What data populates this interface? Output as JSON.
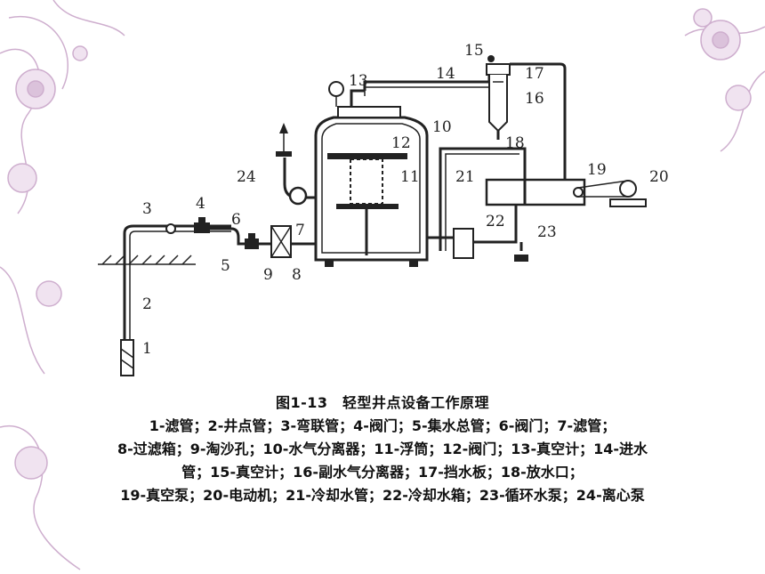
{
  "figure": {
    "caption_title": "图1-13　轻型井点设备工作原理",
    "legend_lines": [
      "1-滤管；2-井点管；3-弯联管；4-阀门；5-集水总管；6-阀门；7-滤管；",
      "8-过滤箱；9-淘沙孔；10-水气分离器；11-浮筒；12-阀门；13-真空计；14-进水",
      "管；15-真空计；16-副水气分离器；17-挡水板；18-放水口；",
      "19-真空泵；20-电动机；21-冷却水管；22-冷却水箱；23-循环水泵；24-离心泵"
    ],
    "part_numbers": [
      "1",
      "2",
      "3",
      "4",
      "5",
      "6",
      "7",
      "8",
      "9",
      "10",
      "11",
      "12",
      "13",
      "14",
      "15",
      "16",
      "17",
      "18",
      "19",
      "20",
      "21",
      "22",
      "23",
      "24"
    ]
  },
  "colors": {
    "decoration": "#c9a6c9",
    "lines": "#222222",
    "background": "#ffffff"
  }
}
